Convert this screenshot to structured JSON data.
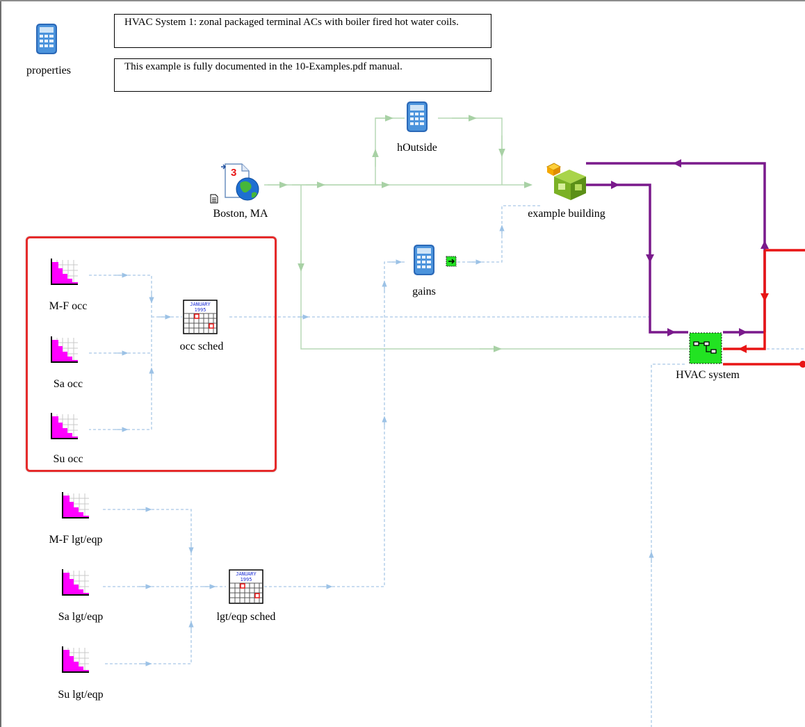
{
  "notes": {
    "system_desc": "HVAC System 1: zonal packaged terminal ACs with boiler fired hot water coils.",
    "manual_ref": "This example is fully documented in the 10-Examples.pdf manual."
  },
  "components": {
    "properties": "properties",
    "weather": "Boston, MA",
    "weather_badge": "3",
    "houtside": "hOutside",
    "building": "example building",
    "gains": "gains",
    "mf_occ": "M-F occ",
    "sa_occ": "Sa occ",
    "su_occ": "Su occ",
    "occ_sched": "occ sched",
    "mf_lgt": "M-F lgt/eqp",
    "sa_lgt": "Sa lgt/eqp",
    "su_lgt": "Su lgt/eqp",
    "lgt_sched": "lgt/eqp sched",
    "hvac": "HVAC system"
  },
  "calendar": {
    "month": "JANUARY",
    "year": "1995"
  },
  "icons": {
    "calculator": "calculator-icon",
    "weather": "weather-globe-icon",
    "building": "building-icon",
    "profile": "profile-chart-icon",
    "calendar": "calendar-icon",
    "hvac": "hvac-system-icon"
  },
  "colors": {
    "weather_link": "#b7d9b5",
    "control_link": "#a9c8e6",
    "air_loop": "#7a1a8c",
    "water_loop": "#e81515",
    "highlight": "#e52b2b",
    "hvac_fill": "#22e322",
    "profile_fill": "#ff00ff"
  }
}
